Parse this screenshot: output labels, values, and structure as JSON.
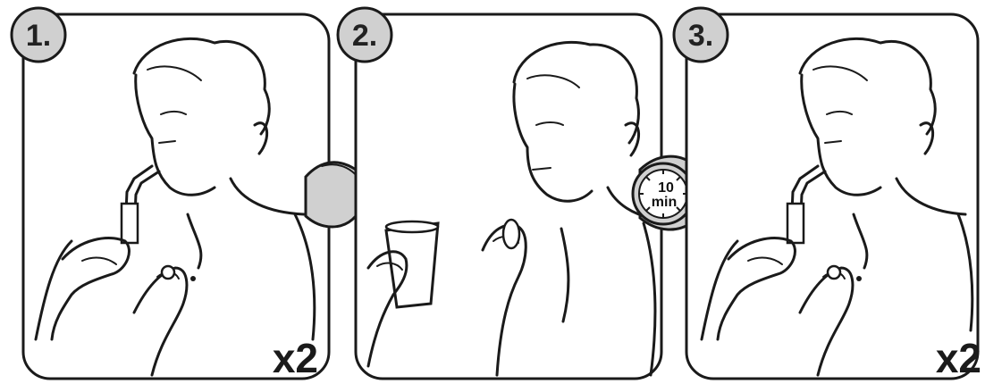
{
  "steps": [
    {
      "number": "1.",
      "badge": "x2"
    },
    {
      "number": "2.",
      "badge": ""
    },
    {
      "number": "3.",
      "badge": "x2"
    }
  ],
  "timer": {
    "value": "10",
    "unit": "min"
  }
}
